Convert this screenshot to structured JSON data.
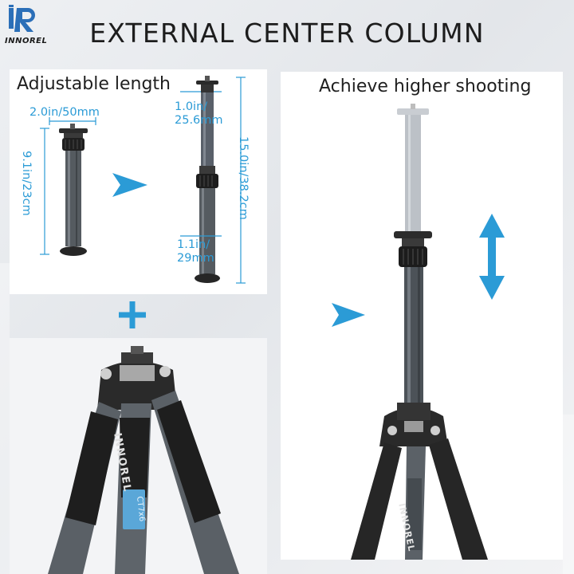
{
  "brand": {
    "name": "INNOREL",
    "mark": "iR"
  },
  "title": "EXTERNAL CENTER COLUMN",
  "left_panel": {
    "heading": "Adjustable length",
    "short_column": {
      "width": "2.0in/50mm",
      "height": "9.1in/23cm"
    },
    "extended_column": {
      "top_section": "1.0in/\n25.6mm",
      "total_length": "15.0in/38.2cm",
      "bottom_section": "1.1in/\n29mm"
    }
  },
  "right_panel": {
    "heading": "Achieve higher shooting"
  },
  "tripod_panel": {
    "leg_brand": "INNOREL",
    "leg_model": "CT7x6"
  },
  "icons": [
    "logo-icon",
    "arrow-right-icon",
    "plus-icon",
    "double-arrow-vertical-icon"
  ],
  "colors": {
    "accent": "#2b9bd6",
    "title_text": "#1d1d1d",
    "panel_bg": "#ffffff"
  }
}
